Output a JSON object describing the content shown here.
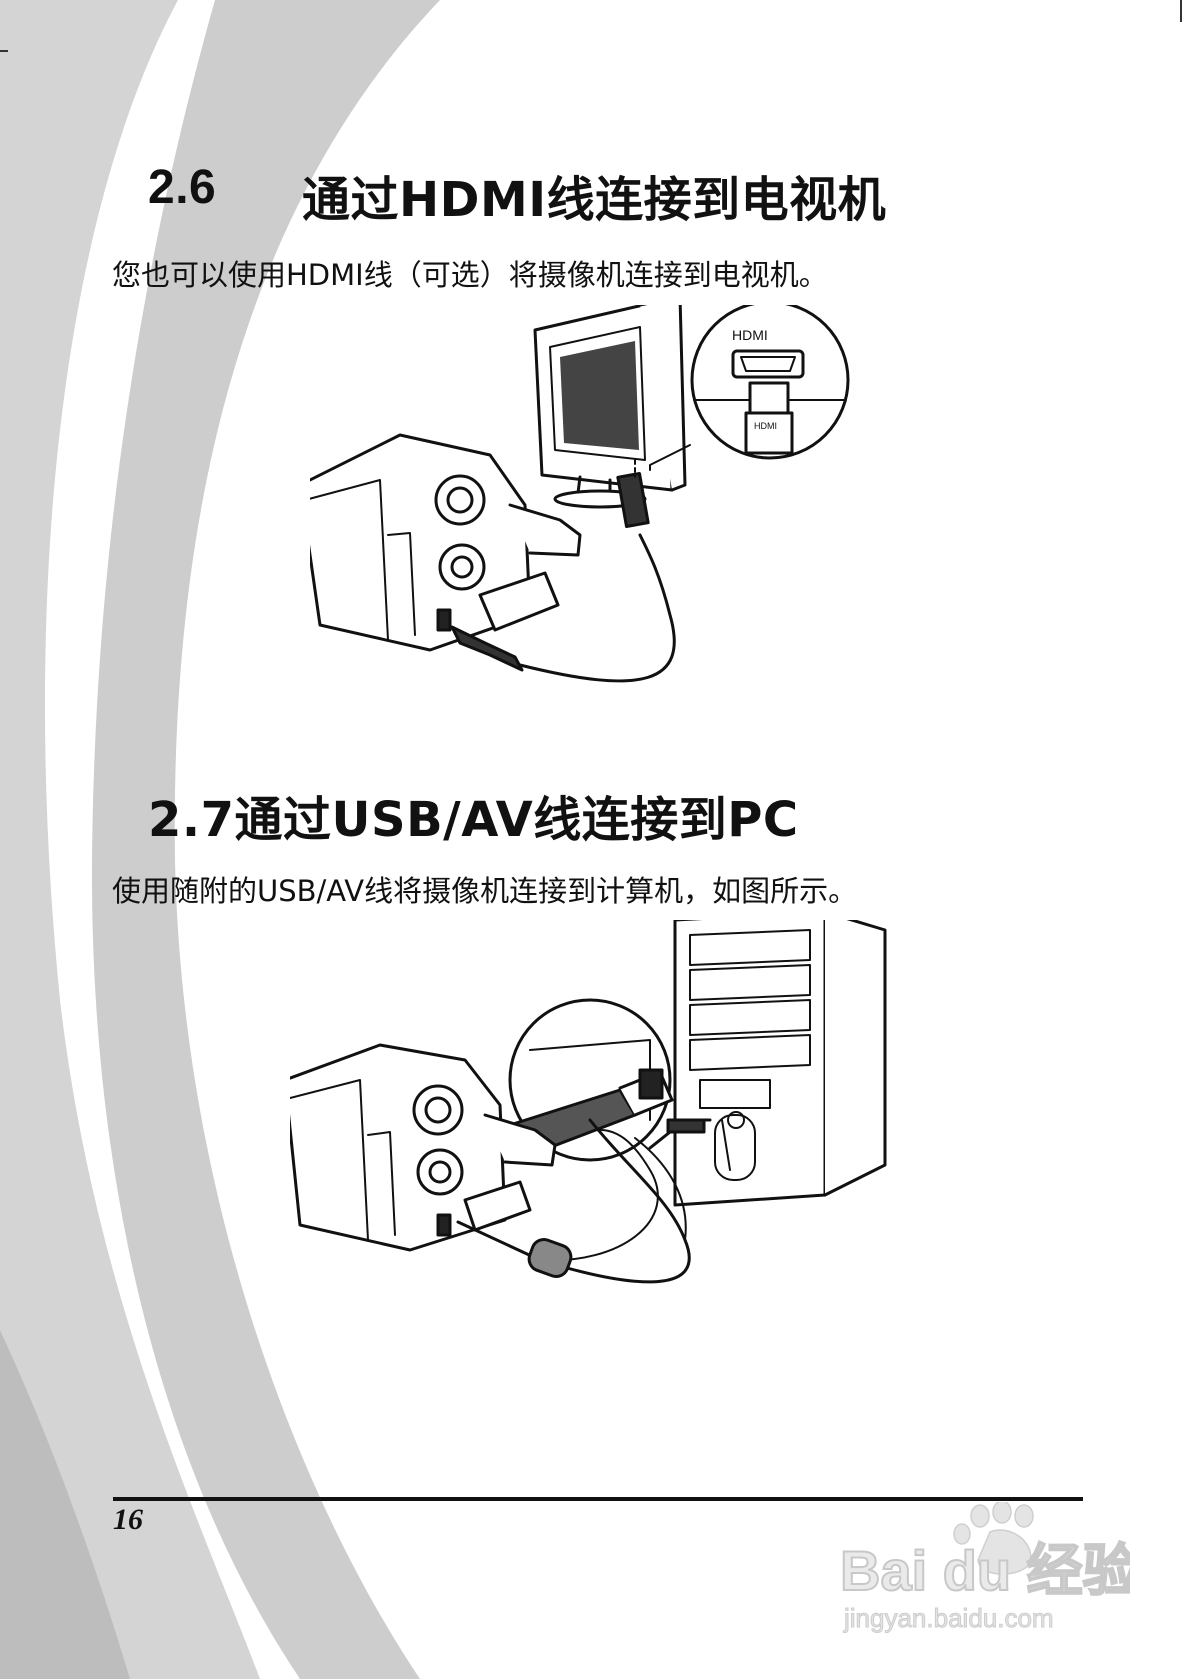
{
  "section_hdmi": {
    "number": "2.6",
    "title": "通过HDMI线连接到电视机",
    "body": "您也可以使用HDMI线（可选）将摄像机连接到电视机。",
    "figure": {
      "connector_label": "HDMI",
      "plug_label": "HDMI"
    }
  },
  "section_usb": {
    "heading": "2.7通过USB/AV线连接到PC",
    "body": "使用随附的USB/AV线将摄像机连接到计算机，如图所示。"
  },
  "footer": {
    "page_number": "16"
  },
  "watermark": {
    "logo_text": "Bai du 经验",
    "url": "jingyan.baidu.com"
  },
  "colors": {
    "swoosh": "#c9c9c9",
    "text": "#111111",
    "rule": "#111111"
  }
}
